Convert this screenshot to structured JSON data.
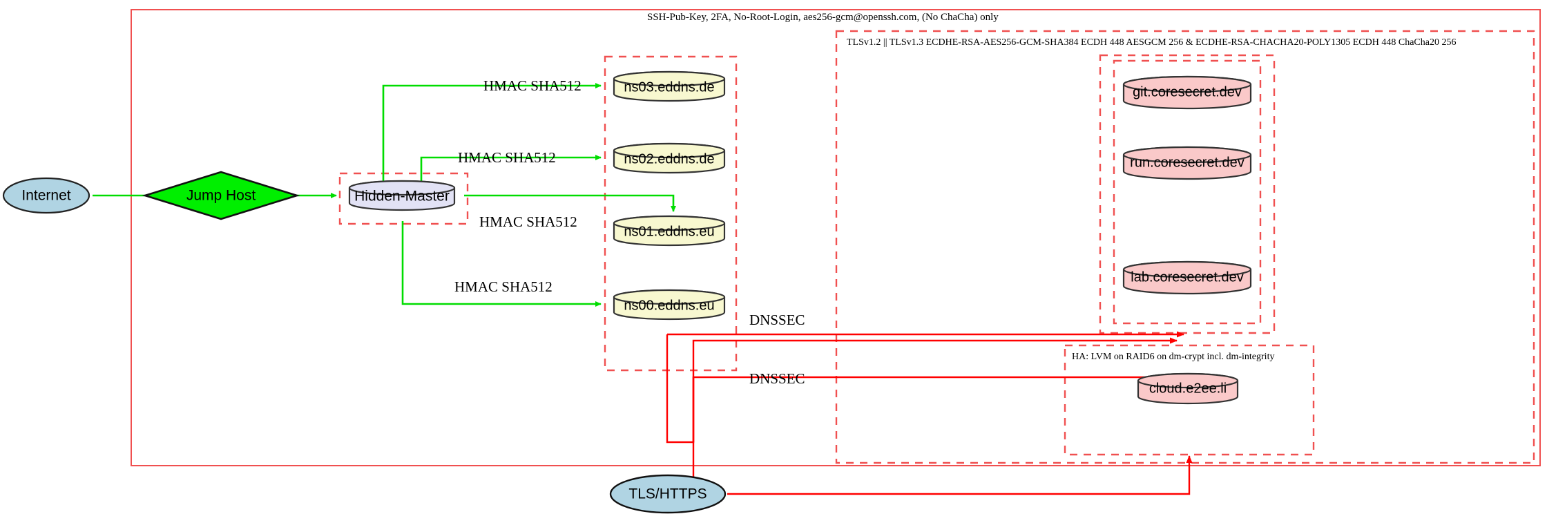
{
  "diagram": {
    "title_label": "SSH-Pub-Key, 2FA, No-Root-Login, aes256-gcm@openssh.com, (No ChaCha) only",
    "clusters": [
      {
        "name": "tls-cluster",
        "label": "TLSv1.2 || TLSv1.3 ECDHE-RSA-AES256-GCM-SHA384 ECDH 448 AESGCM 256 & ECDHE-RSA-CHACHA20-POLY1305 ECDH 448 ChaCha20 256"
      },
      {
        "name": "ha-cluster",
        "label": "HA: LVM on RAID6 on dm-crypt incl. dm-integrity"
      }
    ],
    "nodes": [
      {
        "name": "internet",
        "label": "Internet",
        "shape": "ellipse",
        "fill": "#b0d4e3"
      },
      {
        "name": "jump-host",
        "label": "Jump Host",
        "shape": "diamond",
        "fill": "#00ef00"
      },
      {
        "name": "hidden-master",
        "label": "Hidden-Master",
        "shape": "cylinder",
        "fill": "#e2e2f5"
      },
      {
        "name": "ns03-eddns-de",
        "label": "ns03.eddns.de",
        "shape": "cylinder",
        "fill": "#f8f8d0"
      },
      {
        "name": "ns02-eddns-de",
        "label": "ns02.eddns.de",
        "shape": "cylinder",
        "fill": "#f8f8d0"
      },
      {
        "name": "ns01-eddns-eu",
        "label": "ns01.eddns.eu",
        "shape": "cylinder",
        "fill": "#f8f8d0"
      },
      {
        "name": "ns00-eddns-eu",
        "label": "ns00.eddns.eu",
        "shape": "cylinder",
        "fill": "#f8f8d0"
      },
      {
        "name": "git-coresecret",
        "label": "git.coresecret.dev",
        "shape": "cylinder",
        "fill": "#fac9c9"
      },
      {
        "name": "run-coresecret",
        "label": "run.coresecret.dev",
        "shape": "cylinder",
        "fill": "#fac9c9"
      },
      {
        "name": "lab-coresecret",
        "label": "lab.coresecret.dev",
        "shape": "cylinder",
        "fill": "#fac9c9"
      },
      {
        "name": "cloud-e2ee-li",
        "label": "cloud.e2ee.li",
        "shape": "cylinder",
        "fill": "#fac9c9"
      },
      {
        "name": "tls-https",
        "label": "TLS/HTTPS",
        "shape": "ellipse",
        "fill": "#b0d4e3"
      }
    ],
    "edge_labels": [
      {
        "name": "hmac-ns03",
        "label": "HMAC SHA512"
      },
      {
        "name": "hmac-ns02",
        "label": "HMAC SHA512"
      },
      {
        "name": "hmac-ns01",
        "label": "HMAC SHA512"
      },
      {
        "name": "hmac-ns00",
        "label": "HMAC SHA512"
      },
      {
        "name": "dnssec-top",
        "label": "DNSSEC"
      },
      {
        "name": "dnssec-bot",
        "label": "DNSSEC"
      }
    ],
    "colors": {
      "edge_green": "#00dd00",
      "edge_red": "#ff0000",
      "cluster_border": "#f05050",
      "node_stroke": "#333333"
    }
  }
}
